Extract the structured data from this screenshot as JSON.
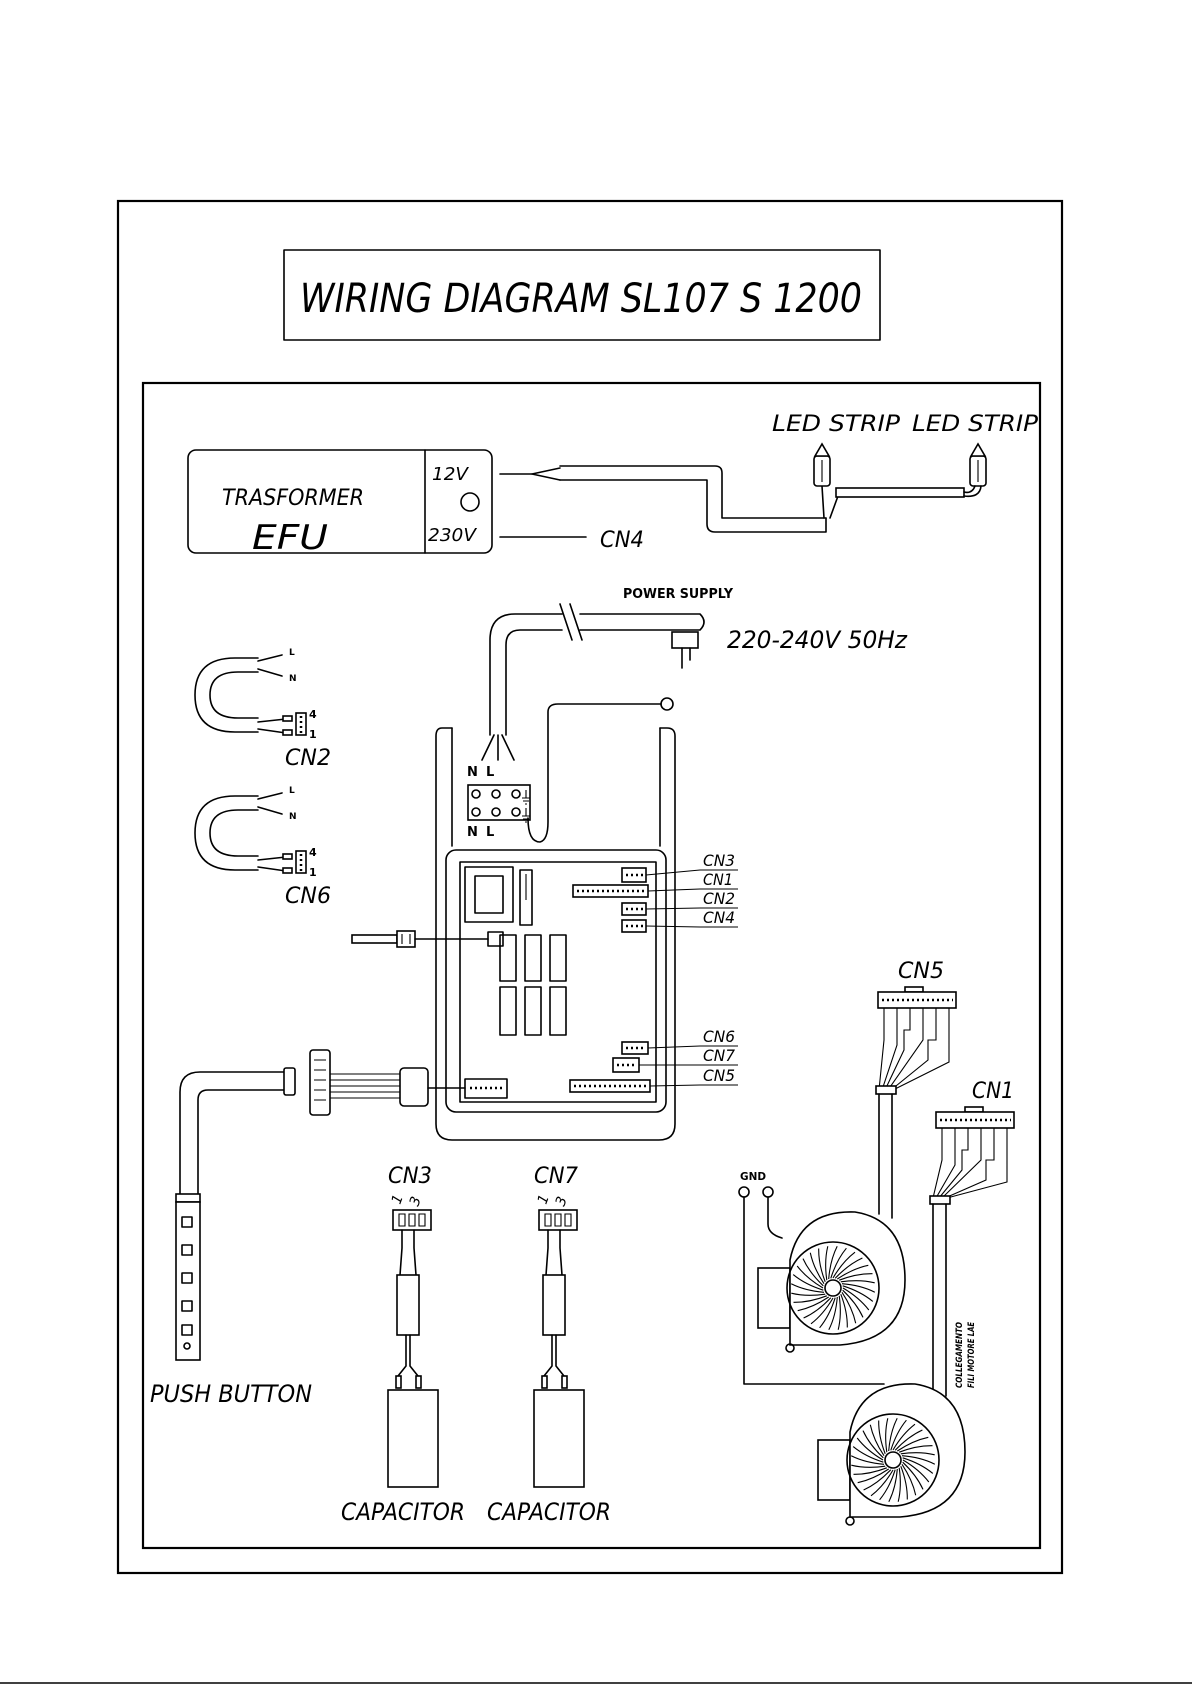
{
  "title": "WIRING DIAGRAM SL107 S 1200",
  "transformer": {
    "name": "TRASFORMER",
    "model": "EFU",
    "output": "12V",
    "input": "230V",
    "input_connector": "CN4"
  },
  "led_strips": [
    "LED STRIP",
    "LED STRIP"
  ],
  "power_supply": {
    "label": "POWER SUPPLY",
    "rating": "220-240V 50Hz"
  },
  "terminal_block": {
    "top": [
      "N",
      "L"
    ],
    "bottom": [
      "N",
      "L"
    ]
  },
  "board_connectors": [
    "CN3",
    "CN1",
    "CN2",
    "CN4",
    "CN6",
    "CN7",
    "CN5"
  ],
  "harnesses": [
    {
      "connector": "CN2",
      "wires": [
        "L",
        "N"
      ],
      "pins": [
        "4",
        "1"
      ]
    },
    {
      "connector": "CN6",
      "wires": [
        "L",
        "N"
      ],
      "pins": [
        "4",
        "1"
      ]
    }
  ],
  "push_button": "PUSH BUTTON",
  "capacitors": [
    {
      "connector": "CN3",
      "pins": [
        "1",
        "3"
      ],
      "label": "CAPACITOR"
    },
    {
      "connector": "CN7",
      "pins": [
        "1",
        "3"
      ],
      "label": "CAPACITOR"
    }
  ],
  "motors": {
    "connectors": [
      "CN5",
      "CN1"
    ],
    "ground": "GND",
    "note": [
      "COLLEGAMENTO",
      "FILI MOTORE LAE"
    ]
  },
  "colors": {
    "ink": "#000000",
    "paper": "#ffffff"
  }
}
